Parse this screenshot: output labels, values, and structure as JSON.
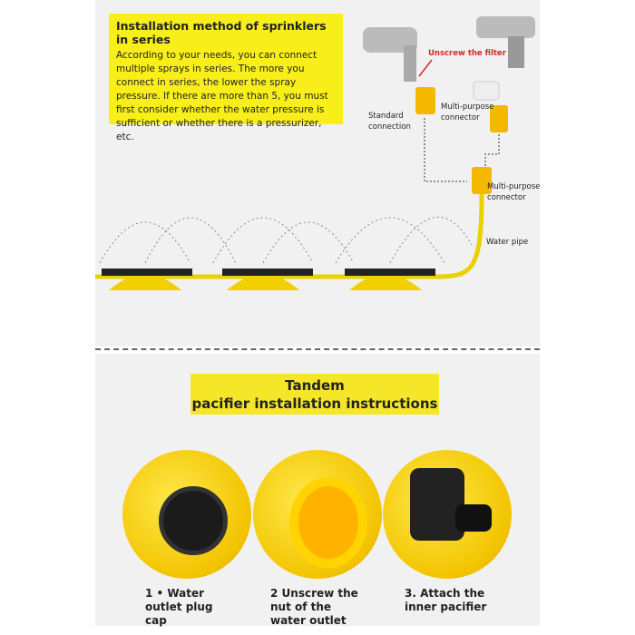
{
  "series_info": {
    "title": "Installation method of sprinklers in series",
    "body": "According to your needs, you can connect multiple sprays in series. The more you connect in series, the lower the spray pressure. If there are more than 5, you must first consider whether the water pressure is sufficient or whether there is a pressurizer, etc."
  },
  "diagram": {
    "unscrew_filter": "Unscrew the filter",
    "standard_connection": "Standard connection",
    "multi_purpose_connector_1": "Multi-purpose connector",
    "multi_purpose_connector_2": "Multi-purpose connector",
    "water_pipe": "Water pipe"
  },
  "instructions": {
    "title_line1": "Tandem",
    "title_line2": "pacifier installation instructions",
    "steps": [
      {
        "label": "1 • Water outlet plug cap"
      },
      {
        "label": "2 Unscrew the nut of the water outlet"
      },
      {
        "label": "3. Attach the inner pacifier"
      }
    ]
  },
  "colors": {
    "yellow": "#f8ef1a",
    "hose": "#e8d200"
  }
}
